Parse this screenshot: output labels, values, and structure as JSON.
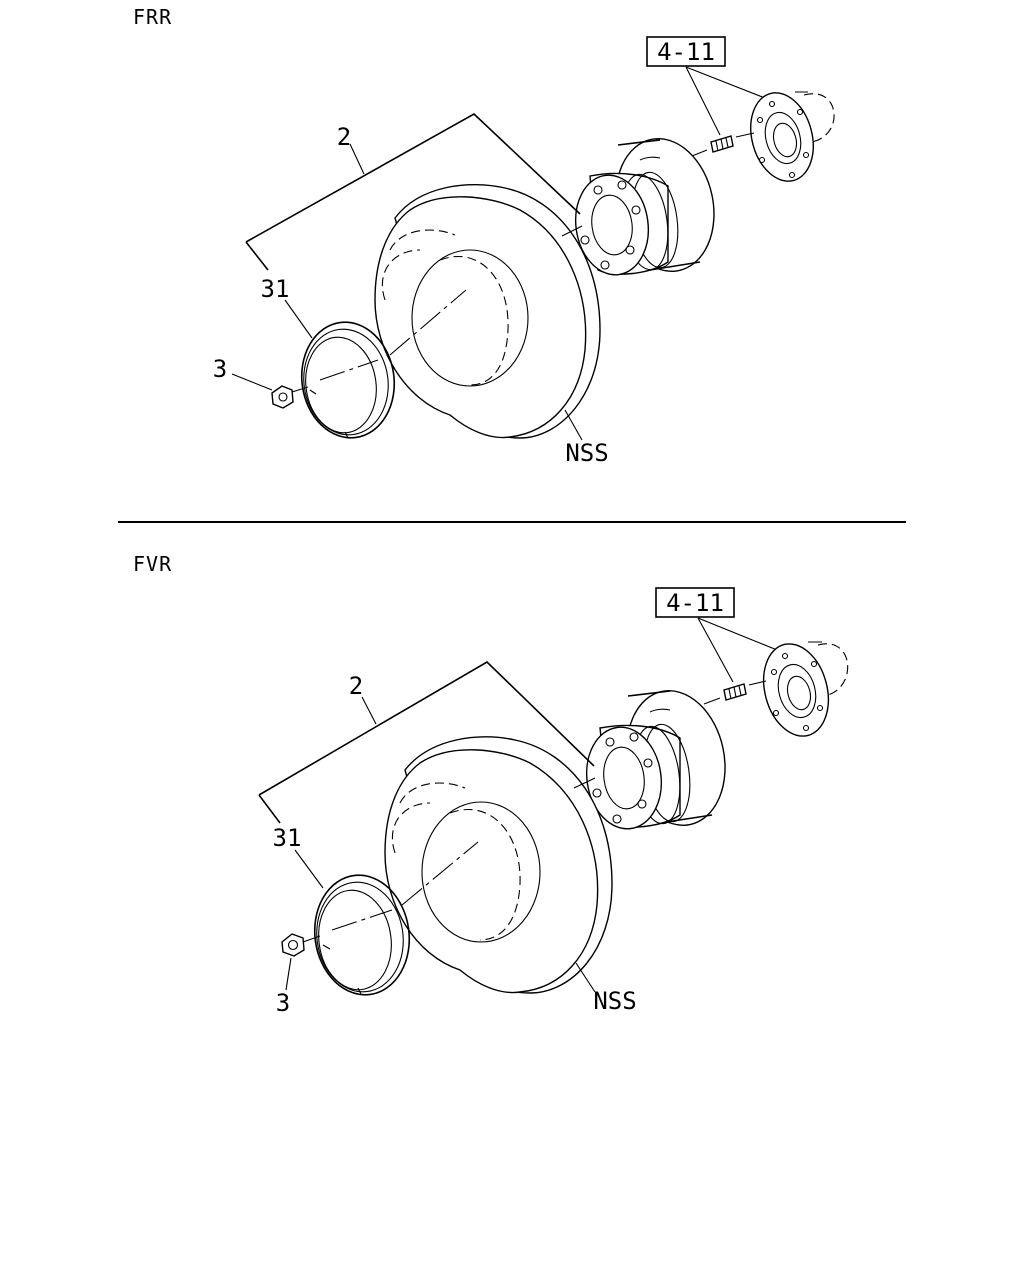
{
  "sections": [
    {
      "model": "FRR",
      "ref_box": "4-11",
      "callouts": {
        "assembly": "2",
        "ring": "31",
        "nut": "3",
        "tire": "NSS"
      }
    },
    {
      "model": "FVR",
      "ref_box": "4-11",
      "callouts": {
        "assembly": "2",
        "ring": "31",
        "nut": "3",
        "tire": "NSS"
      }
    }
  ]
}
